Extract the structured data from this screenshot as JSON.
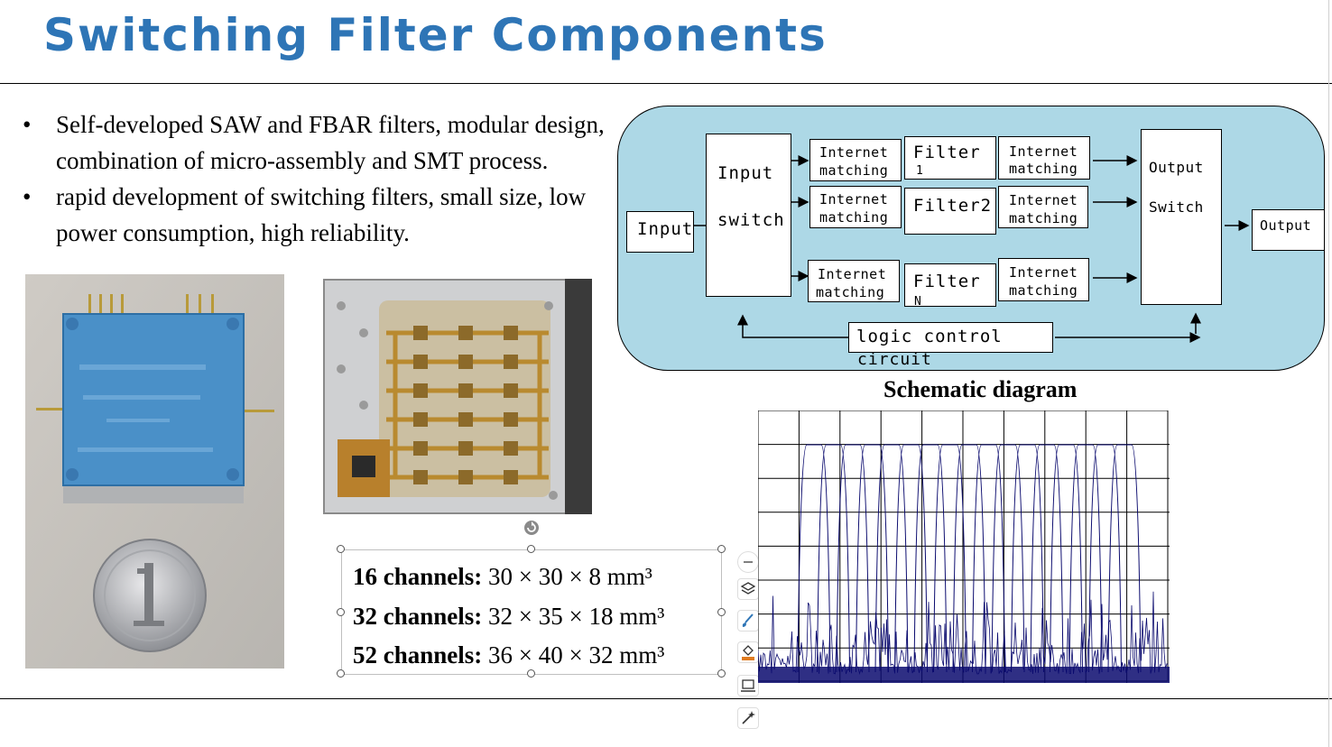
{
  "slide": {
    "title": "Switching Filter Components",
    "bullets": [
      "Self-developed SAW and FBAR filters, modular design, combination of micro-assembly and SMT process.",
      "rapid development of switching filters, small size, low power consumption, high reliability."
    ],
    "bullet_symbol": "•"
  },
  "diagram": {
    "input_label": "Input",
    "input_switch": [
      "Input",
      "switch"
    ],
    "matching_label": [
      "Internet",
      "matching"
    ],
    "filters": [
      [
        "Filter",
        "1"
      ],
      [
        "Filter2"
      ],
      [
        "Filter",
        "N"
      ]
    ],
    "output_switch": [
      "Output",
      "Switch"
    ],
    "output_label": "Output",
    "logic": [
      "logic control",
      "circuit"
    ],
    "caption": "Schematic diagram",
    "background_color": "#add8e6"
  },
  "specs": [
    {
      "label": "16 channels:",
      "value": " 30 × 30 × 8 mm³"
    },
    {
      "label": "32 channels:",
      "value": " 32 × 35 × 18 mm³"
    },
    {
      "label": "52 channels:",
      "value": " 36 × 40 × 32 mm³"
    }
  ],
  "toolbar": {
    "icons": [
      "collapse-icon",
      "layers-icon",
      "brush-icon",
      "fill-icon",
      "device-icon",
      "magic-icon"
    ]
  },
  "colors": {
    "title": "#2e75b6",
    "module": "#4a90c8",
    "plot_trace": "#0a0a6e"
  }
}
